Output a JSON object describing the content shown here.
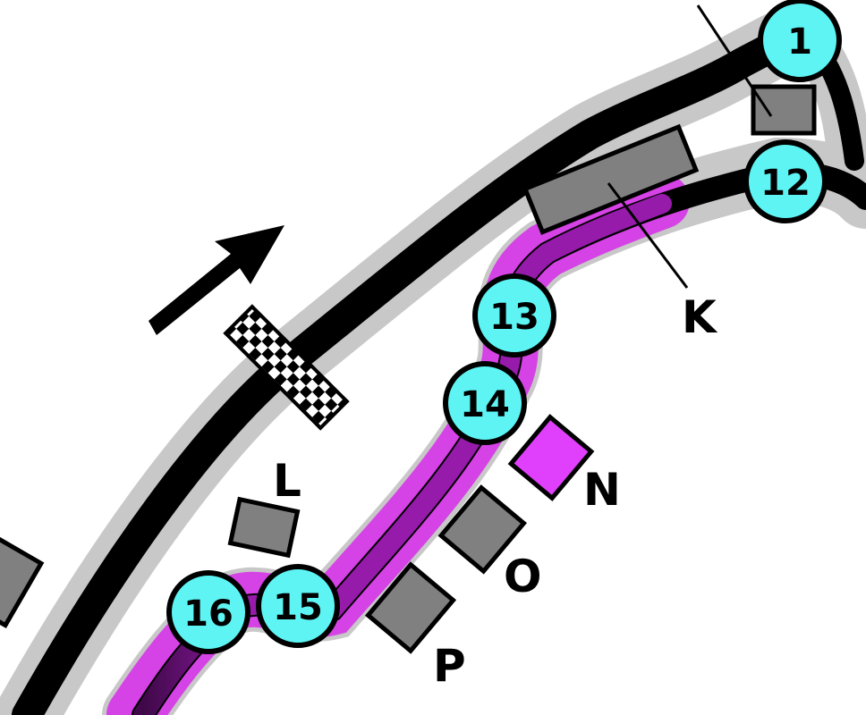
{
  "colors": {
    "background": "#ffffff",
    "track": "#000000",
    "runoff": "#c8c8c8",
    "turn_marker": "#5ef4f4",
    "highlight_sector": "#d633e8",
    "highlight_building": "#e040fb",
    "building": "#808080"
  },
  "turns": [
    {
      "id": "turn-1",
      "number": "1"
    },
    {
      "id": "turn-12",
      "number": "12"
    },
    {
      "id": "turn-13",
      "number": "13"
    },
    {
      "id": "turn-14",
      "number": "14"
    },
    {
      "id": "turn-15",
      "number": "15"
    },
    {
      "id": "turn-16",
      "number": "16"
    }
  ],
  "labels": {
    "K": "K",
    "L": "L",
    "N": "N",
    "O": "O",
    "P": "P"
  },
  "icons": {
    "direction": "arrow-icon",
    "finish": "checkered-flag-icon"
  }
}
